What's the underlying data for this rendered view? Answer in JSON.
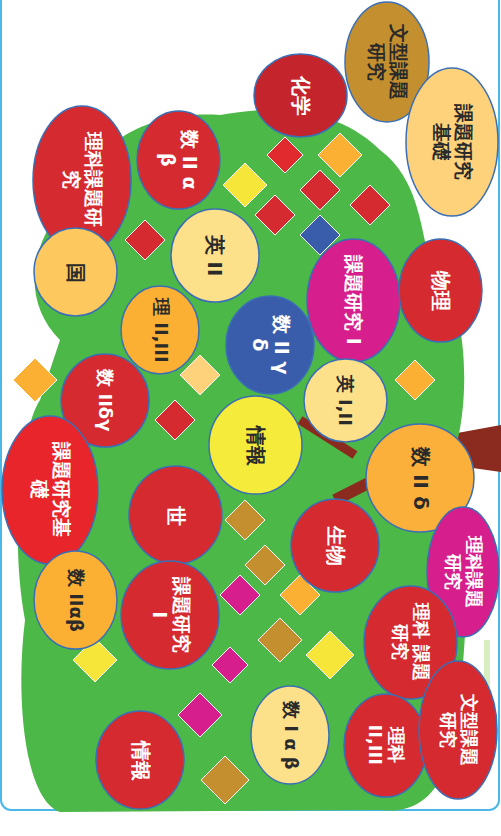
{
  "diagram": {
    "nodes": [
      {
        "text": [
          "文型課題研究"
        ]
      },
      {
        "text": [
          "化学"
        ]
      },
      {
        "text": [
          "課題研究基礎"
        ]
      },
      {
        "text": [
          "理科課題研究"
        ]
      },
      {
        "text": [
          "数 II α β"
        ]
      },
      {
        "text": [
          "国"
        ]
      },
      {
        "text": [
          "英 II"
        ]
      },
      {
        "text": [
          "課題研究 I"
        ]
      },
      {
        "text": [
          "物理"
        ]
      },
      {
        "text": [
          "理 II,III"
        ]
      },
      {
        "text": [
          "数 II γ δ"
        ]
      },
      {
        "text": [
          "数 IIδγ"
        ]
      },
      {
        "text": [
          "英 I,II"
        ]
      },
      {
        "text": [
          "情報"
        ]
      },
      {
        "text": [
          "課題研究基礎"
        ]
      },
      {
        "text": [
          "数 II δ"
        ]
      },
      {
        "text": [
          "世"
        ]
      },
      {
        "text": [
          "理科課題研究"
        ]
      },
      {
        "text": [
          "生物"
        ]
      },
      {
        "text": [
          "数 IIαβ"
        ]
      },
      {
        "text": [
          "課題研究 I"
        ]
      },
      {
        "text": [
          "理科 課題研究"
        ]
      },
      {
        "text": [
          "情報"
        ]
      },
      {
        "text": [
          "数 I α β"
        ]
      },
      {
        "text": [
          "理科 II,III"
        ]
      },
      {
        "text": [
          "文型課題研究"
        ]
      }
    ]
  }
}
